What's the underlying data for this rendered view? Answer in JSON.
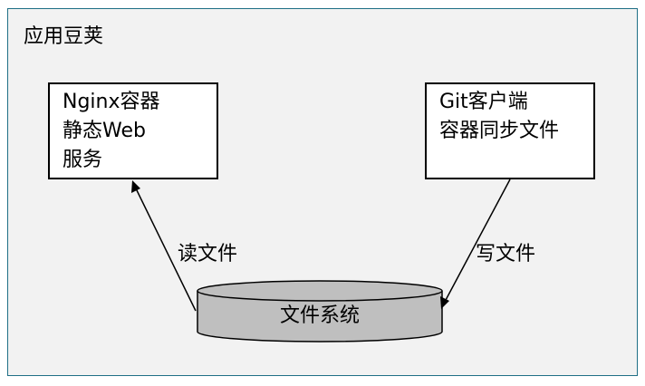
{
  "container": {
    "title": "应用豆荚"
  },
  "nodes": {
    "nginx": {
      "lines": [
        "Nginx容器",
        "静态Web",
        "服务"
      ]
    },
    "git": {
      "lines": [
        "Git客户端",
        "容器同步文件"
      ]
    },
    "filesystem": {
      "label": "文件系统"
    }
  },
  "edges": {
    "read": {
      "label": "读文件",
      "from": "filesystem",
      "to": "nginx"
    },
    "write": {
      "label": "写文件",
      "from": "git",
      "to": "filesystem"
    }
  },
  "colors": {
    "container_border": "#1f6f86",
    "container_fill": "#f2f2f2",
    "box_fill": "#ffffff",
    "cylinder_fill": "#bfbfbf",
    "line": "#000000"
  }
}
